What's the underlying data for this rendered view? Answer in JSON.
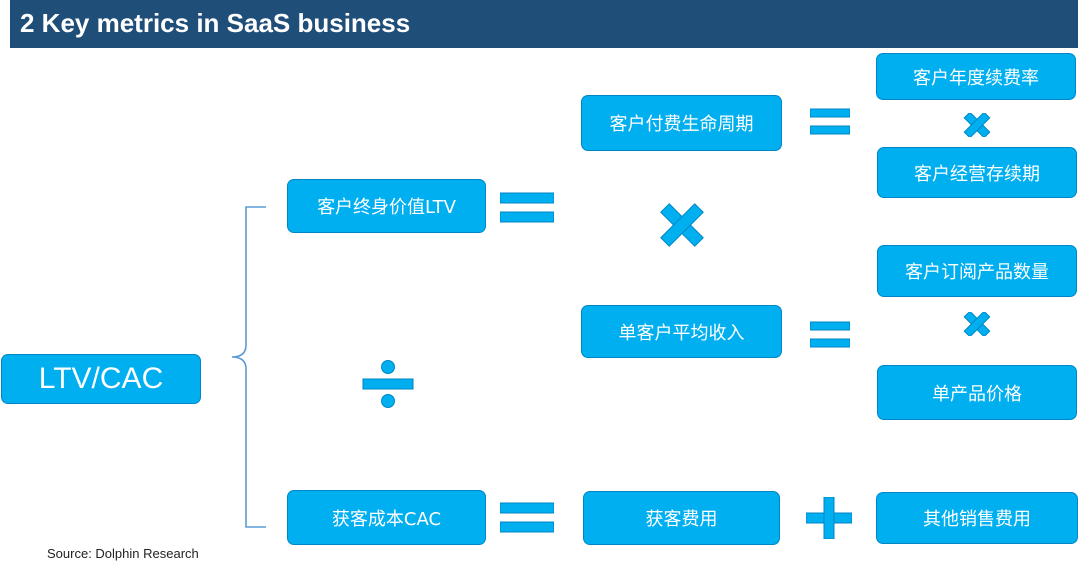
{
  "header": {
    "title": "2 Key metrics in SaaS business"
  },
  "nodes": {
    "ltv_cac": "LTV/CAC",
    "ltv": "客户终身价值LTV",
    "cac": "获客成本CAC",
    "paid_lifecycle": "客户付费生命周期",
    "arpu": "单客户平均收入",
    "acq_cost": "获客费用",
    "annual_renewal": "客户年度续费率",
    "operating_period": "客户经营存续期",
    "subscribed_products": "客户订阅产品数量",
    "unit_price": "单产品价格",
    "other_sales": "其他销售费用"
  },
  "source": "Source: Dolphin Research",
  "colors": {
    "header": "#1f4e79",
    "box": "#00aff0",
    "box_border": "#0086c5",
    "symbol": "#00aff0",
    "bracket": "#5b9bd5"
  }
}
